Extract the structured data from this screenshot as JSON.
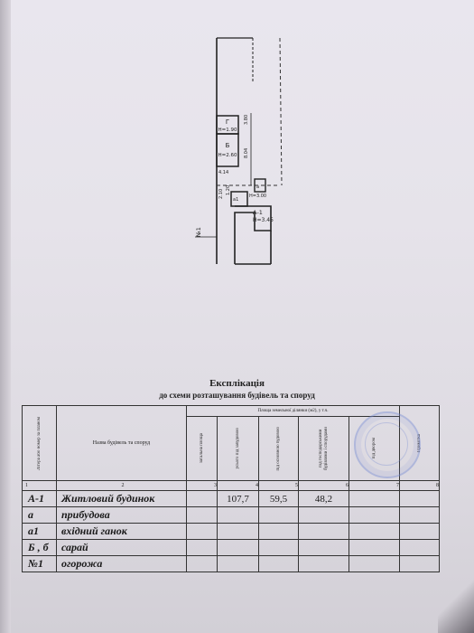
{
  "scheme": {
    "label_g": "Г",
    "label_g_height": "Н=1.90",
    "label_b": "Б",
    "label_b_height": "Н=2.60",
    "dim_380": "3.80",
    "dim_804": "8.04",
    "dim_414": "4.14",
    "dim_210": "2.10",
    "dim_120": "1.20",
    "label_a1": "а1",
    "label_a": "а",
    "label_a_height": "Н=3.00",
    "label_A1": "А-1",
    "label_A1_height": "Н=3.45",
    "fence_label": "№1"
  },
  "title": "Експлікація",
  "subtitle": "до схеми розташування будівель та споруд",
  "table": {
    "head_letter": "Літера або номер за планом",
    "head_name": "Назва будівель та споруд",
    "head_area_group": "Площа земельної ділянки (м2), у т.ч.",
    "head_total": "загальна площа",
    "head_built": "усього під забудовою",
    "head_main": "під основною будовою",
    "head_outbuild": "під господарськими будівлями і спорудами",
    "head_yard": "під двором",
    "head_note": "Примітка",
    "col_numbers": [
      "1",
      "2",
      "3",
      "4",
      "5",
      "6",
      "7",
      "8"
    ],
    "rows": [
      {
        "letter": "А-1",
        "name": "Житловий будинок",
        "built": "107,7",
        "main": "59,5",
        "outbuild": "48,2"
      },
      {
        "letter": "а",
        "name": "прибудова",
        "built": "",
        "main": "",
        "outbuild": ""
      },
      {
        "letter": "а1",
        "name": "вхідний ганок",
        "built": "",
        "main": "",
        "outbuild": ""
      },
      {
        "letter": "Б , б",
        "name": "сарай",
        "built": "",
        "main": "",
        "outbuild": ""
      },
      {
        "letter": "№1",
        "name": "огорожа",
        "built": "",
        "main": "",
        "outbuild": ""
      }
    ]
  }
}
